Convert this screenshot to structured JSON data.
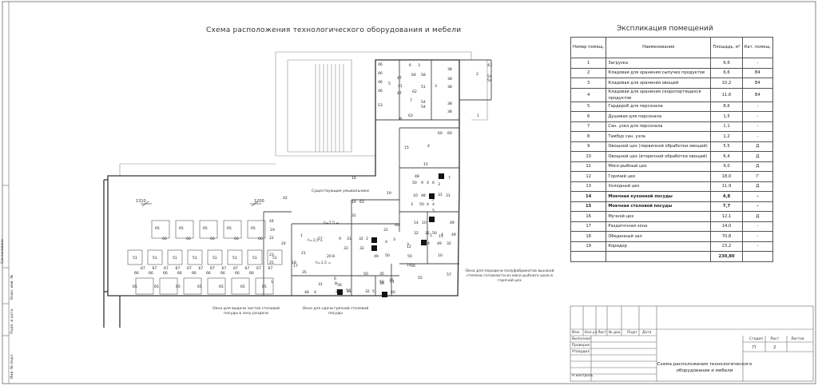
{
  "plan": {
    "title": "Схема расположения технологического оборудования и мебели",
    "existing_label": "Существующие умывальники",
    "dim_left": "1310",
    "dim_mid": "1200",
    "h_labels": [
      "h=1,5 =",
      "h=1,5 =",
      "h=1,5 ="
    ],
    "note_right": "Окно для передачи полуфабрикатов высокой степени готовности из мясо-рыбного цеха в горячий цех",
    "note_bottom_left": "Окно для выдачи чистой столовой посуды в зону раздачи",
    "note_bottom_mid": "Окно для сдачи грязной столовой посуды",
    "equipment_numbers": [
      "46",
      "46",
      "46",
      "46",
      "53",
      "47",
      "47",
      "5",
      "41",
      "6",
      "3",
      "64",
      "58",
      "62",
      "7",
      "51",
      "54",
      "54",
      "3",
      "38",
      "38",
      "38",
      "38",
      "38",
      "43",
      "2",
      "54",
      "54",
      "1",
      "8",
      "63",
      "15",
      "4",
      "60",
      "60",
      "15",
      "16",
      "16",
      "63",
      "19",
      "48",
      "31",
      "7",
      "3",
      "50",
      "9",
      "4",
      "6",
      "31",
      "5",
      "10",
      "48",
      "31",
      "3",
      "50",
      "4",
      "4",
      "31",
      "5",
      "14",
      "10",
      "49",
      "32",
      "32",
      "50",
      "4",
      "49",
      "31",
      "40",
      "49",
      "4",
      "5",
      "11",
      "49",
      "32",
      "3",
      "50",
      "14",
      "10",
      "57",
      "42",
      "44",
      "19",
      "22",
      "23",
      "25",
      "1",
      "57",
      "9",
      "31",
      "32",
      "3",
      "20",
      "8",
      "33",
      "32",
      "2",
      "4",
      "24",
      "17",
      "21",
      "49",
      "50",
      "12",
      "30",
      "35",
      "31",
      "35",
      "15",
      "50",
      "50",
      "6",
      "56",
      "25",
      "31",
      "32",
      "5",
      "39",
      "48",
      "4",
      "8",
      "57",
      "40",
      "1",
      "18",
      "55",
      "31"
    ],
    "table_numbers": [
      "65",
      "65",
      "65",
      "65",
      "65",
      "66",
      "66",
      "66",
      "66",
      "66",
      "51",
      "51",
      "51",
      "51",
      "51",
      "51",
      "51",
      "51",
      "67",
      "67",
      "67",
      "67",
      "67",
      "67",
      "67",
      "67",
      "67",
      "67",
      "67",
      "67",
      "66",
      "66",
      "66",
      "66",
      "66",
      "66",
      "66",
      "66",
      "66",
      "65",
      "65",
      "65",
      "65",
      "65",
      "65",
      "65"
    ]
  },
  "explication": {
    "title": "Экспликация помещений",
    "headers": {
      "num": "Номер помещ.",
      "name": "Наименование",
      "area": "Площадь, м²",
      "cat": "Кат. помещ."
    },
    "rows": [
      {
        "num": "1",
        "name": "Загрузка",
        "area": "6,6",
        "cat": "-"
      },
      {
        "num": "2",
        "name": "Кладовая для хранения сыпучих продуктов",
        "area": "6,6",
        "cat": "В4"
      },
      {
        "num": "3",
        "name": "Кладовая для хранения овощей",
        "area": "10,2",
        "cat": "В4"
      },
      {
        "num": "4",
        "name": "Кладовая для хранения скоропортящихся продуктов",
        "area": "11,6",
        "cat": "В4"
      },
      {
        "num": "5",
        "name": "Гардероб для персонала",
        "area": "8,6",
        "cat": "-"
      },
      {
        "num": "6",
        "name": "Душевая для персонала",
        "area": "1,5",
        "cat": "-"
      },
      {
        "num": "7",
        "name": "Сан. узел для персонала",
        "area": "1,1",
        "cat": "-"
      },
      {
        "num": "8",
        "name": "Тамбур сан. узла",
        "area": "1,2",
        "cat": "-"
      },
      {
        "num": "9",
        "name": "Овощной цех (первичной обработки овощей)",
        "area": "5,5",
        "cat": "Д"
      },
      {
        "num": "10",
        "name": "Овощной цех (вторичной обработки овощей)",
        "area": "6,4",
        "cat": "Д"
      },
      {
        "num": "11",
        "name": "Мясо-рыбный цех",
        "area": "9,0",
        "cat": "Д"
      },
      {
        "num": "12",
        "name": "Горячий цех",
        "area": "18,0",
        "cat": "Г"
      },
      {
        "num": "13",
        "name": "Холодный цех",
        "area": "11,9",
        "cat": "Д"
      },
      {
        "num": "14",
        "name": "Моечная кухонной посуды",
        "area": "4,8",
        "cat": "-"
      },
      {
        "num": "15",
        "name": "Моечная столовой посуды",
        "area": "7,7",
        "cat": "-"
      },
      {
        "num": "16",
        "name": "Мучной цех",
        "area": "12,1",
        "cat": "Д"
      },
      {
        "num": "17",
        "name": "Раздаточная зона",
        "area": "14,0",
        "cat": "-"
      },
      {
        "num": "18",
        "name": "Обеденный зал",
        "area": "70,8",
        "cat": "-"
      },
      {
        "num": "19",
        "name": "Коридор",
        "area": "23,2",
        "cat": "-"
      }
    ],
    "total": "230,80"
  },
  "stamp": {
    "col_labels": [
      "Изм.",
      "Кол.уч",
      "Лист",
      "№ док.",
      "Подп.",
      "Дата"
    ],
    "row_labels": [
      "Выполнил",
      "Проверил",
      "Утвердил",
      "Н.контроль"
    ],
    "stage_label": "Стадия",
    "sheet_label": "Лист",
    "sheets_label": "Листов",
    "stage": "П",
    "sheet": "2",
    "drawing_name": "Схема расположения технологического оборудования и мебели"
  },
  "side_labels": [
    "Согласовано",
    "Взам. инв. №",
    "Подп. и дата",
    "Инв. № подл."
  ]
}
